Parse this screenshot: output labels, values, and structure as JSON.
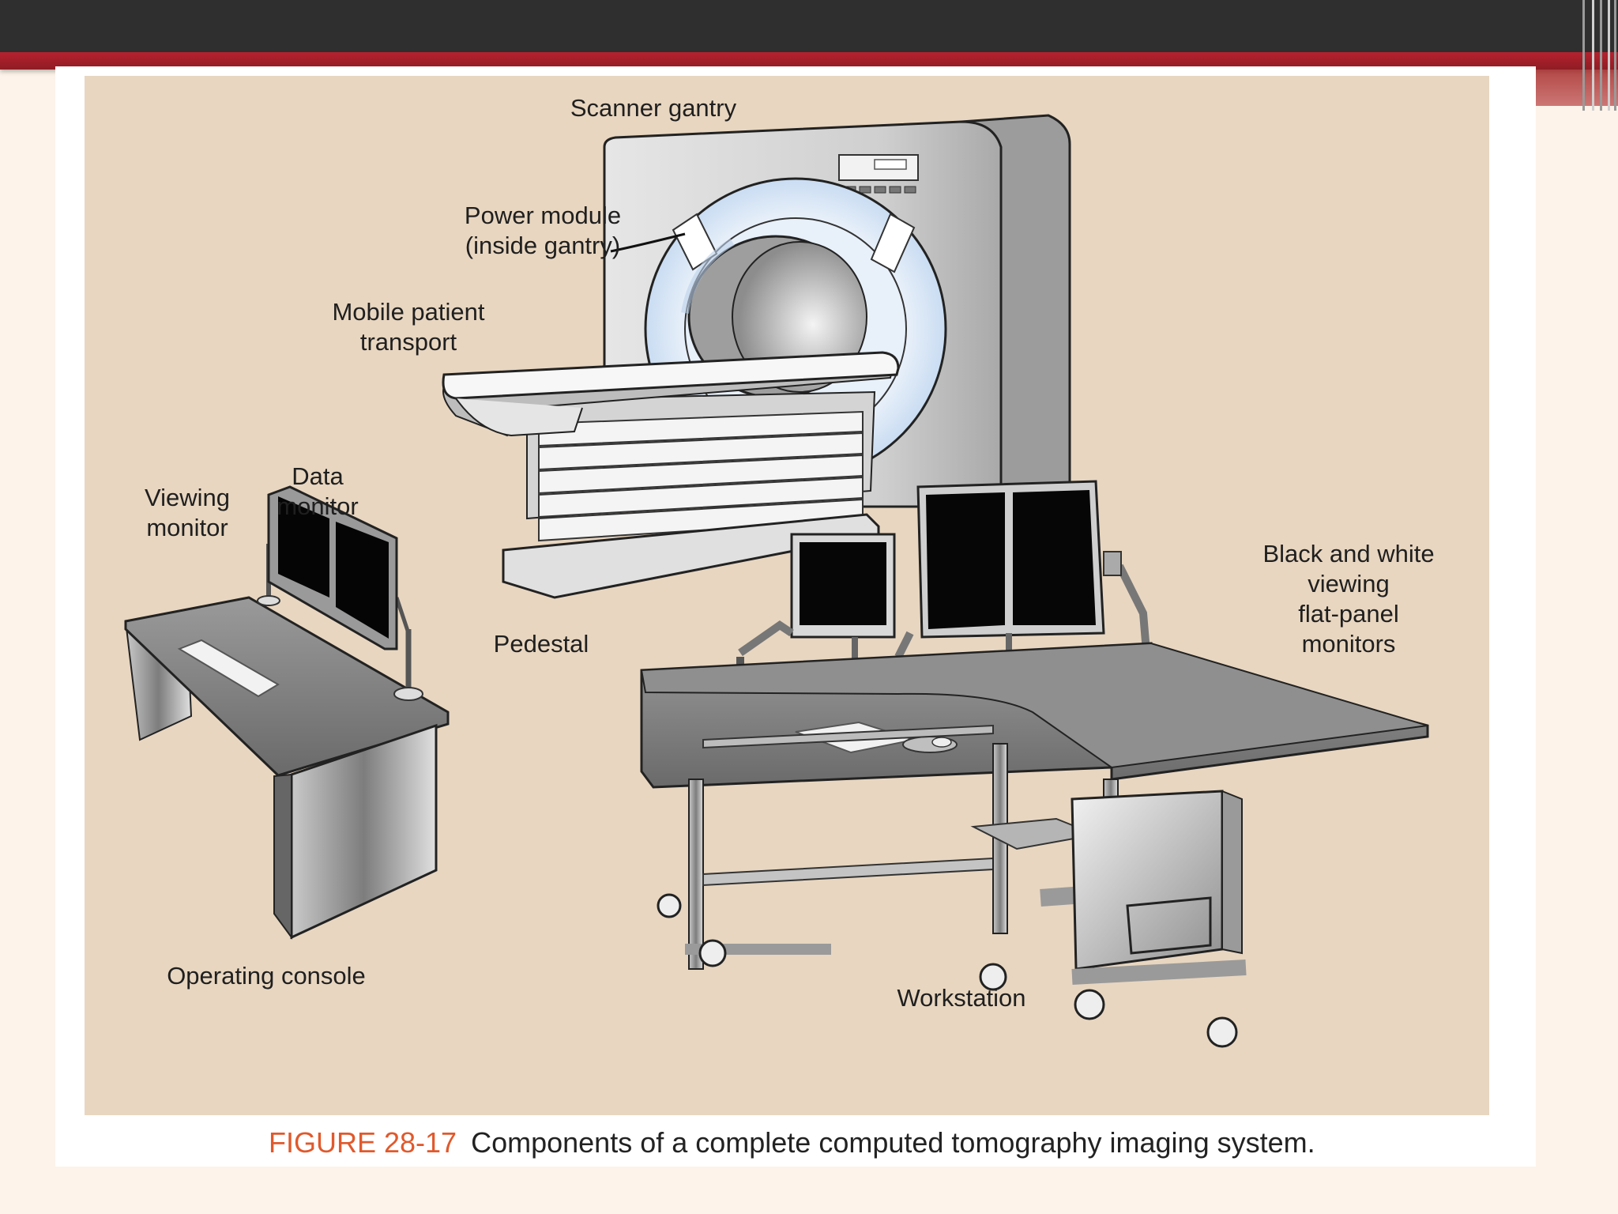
{
  "figure": {
    "labels": {
      "scanner_gantry": "Scanner gantry",
      "power_module": "Power module\n(inside gantry)",
      "mobile_patient_transport": "Mobile patient\ntransport",
      "viewing_monitor": "Viewing\nmonitor",
      "data_monitor": "Data\nmonitor",
      "pedestal": "Pedestal",
      "bw_monitors": "Black and white\nviewing\nflat-panel\nmonitors",
      "operating_console": "Operating console",
      "workstation": "Workstation"
    },
    "caption": {
      "number": "FIGURE 28-17",
      "text": "Components of a complete computed tomography imaging system."
    }
  },
  "colors": {
    "figure_background": "#e8d6c0",
    "caption_number": "#e0592c",
    "top_bar": "#2f2f2f",
    "accent_red": "#b5212e"
  }
}
